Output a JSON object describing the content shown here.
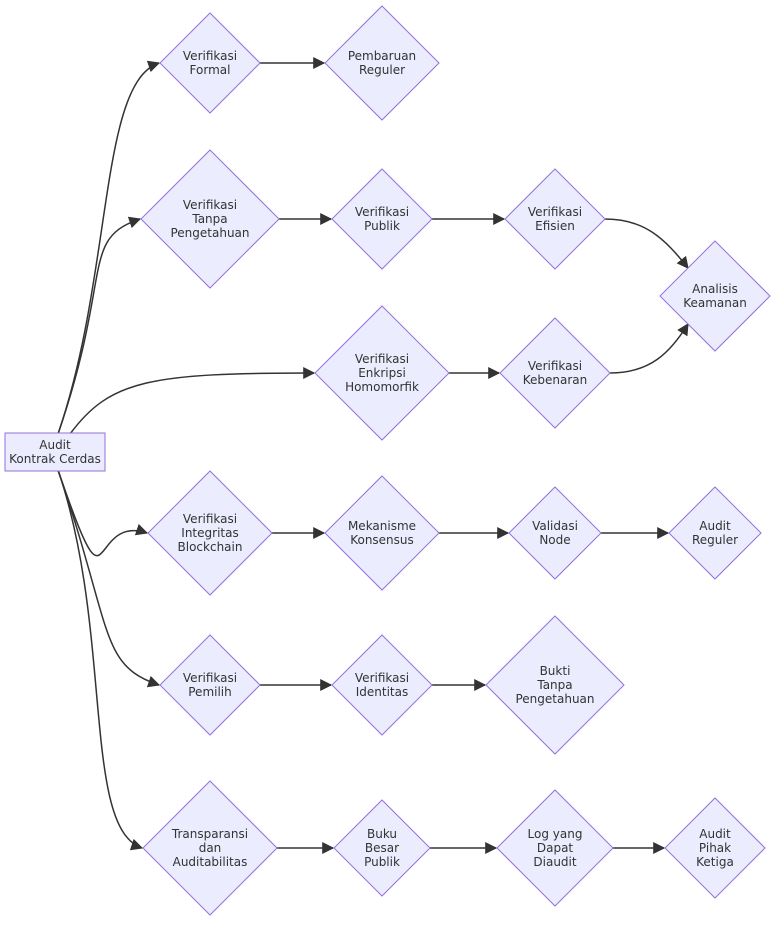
{
  "diagram": {
    "type": "flowchart",
    "nodes": [
      {
        "id": "audit",
        "shape": "rect",
        "lines": [
          "Audit",
          "Kontrak Cerdas"
        ]
      },
      {
        "id": "vf_formal",
        "shape": "diamond",
        "lines": [
          "Verifikasi",
          "Formal"
        ]
      },
      {
        "id": "pembaruan",
        "shape": "diamond",
        "lines": [
          "Pembaruan",
          "Reguler"
        ]
      },
      {
        "id": "vf_tanpa",
        "shape": "diamond",
        "lines": [
          "Verifikasi",
          "Tanpa",
          "Pengetahuan"
        ]
      },
      {
        "id": "vf_publik",
        "shape": "diamond",
        "lines": [
          "Verifikasi",
          "Publik"
        ]
      },
      {
        "id": "vf_efisien",
        "shape": "diamond",
        "lines": [
          "Verifikasi",
          "Efisien"
        ]
      },
      {
        "id": "analisis",
        "shape": "diamond",
        "lines": [
          "Analisis",
          "Keamanan"
        ]
      },
      {
        "id": "vf_enkripsi",
        "shape": "diamond",
        "lines": [
          "Verifikasi",
          "Enkripsi",
          "Homomorfik"
        ]
      },
      {
        "id": "vf_kebenaran",
        "shape": "diamond",
        "lines": [
          "Verifikasi",
          "Kebenaran"
        ]
      },
      {
        "id": "vf_integritas",
        "shape": "diamond",
        "lines": [
          "Verifikasi",
          "Integritas",
          "Blockchain"
        ]
      },
      {
        "id": "mekanisme",
        "shape": "diamond",
        "lines": [
          "Mekanisme",
          "Konsensus"
        ]
      },
      {
        "id": "validasi",
        "shape": "diamond",
        "lines": [
          "Validasi",
          "Node"
        ]
      },
      {
        "id": "audit_reguler",
        "shape": "diamond",
        "lines": [
          "Audit",
          "Reguler"
        ]
      },
      {
        "id": "vf_pemilih",
        "shape": "diamond",
        "lines": [
          "Verifikasi",
          "Pemilih"
        ]
      },
      {
        "id": "vf_identitas",
        "shape": "diamond",
        "lines": [
          "Verifikasi",
          "Identitas"
        ]
      },
      {
        "id": "bukti",
        "shape": "diamond",
        "lines": [
          "Bukti",
          "Tanpa",
          "Pengetahuan"
        ]
      },
      {
        "id": "transparansi",
        "shape": "diamond",
        "lines": [
          "Transparansi",
          "dan",
          "Auditabilitas"
        ]
      },
      {
        "id": "buku",
        "shape": "diamond",
        "lines": [
          "Buku",
          "Besar",
          "Publik"
        ]
      },
      {
        "id": "log",
        "shape": "diamond",
        "lines": [
          "Log yang",
          "Dapat",
          "Diaudit"
        ]
      },
      {
        "id": "audit_pihak",
        "shape": "diamond",
        "lines": [
          "Audit",
          "Pihak",
          "Ketiga"
        ]
      }
    ],
    "edges": [
      {
        "from": "audit",
        "to": "vf_formal"
      },
      {
        "from": "vf_formal",
        "to": "pembaruan"
      },
      {
        "from": "audit",
        "to": "vf_tanpa"
      },
      {
        "from": "vf_tanpa",
        "to": "vf_publik"
      },
      {
        "from": "vf_publik",
        "to": "vf_efisien"
      },
      {
        "from": "vf_efisien",
        "to": "analisis"
      },
      {
        "from": "audit",
        "to": "vf_enkripsi"
      },
      {
        "from": "vf_enkripsi",
        "to": "vf_kebenaran"
      },
      {
        "from": "vf_kebenaran",
        "to": "analisis"
      },
      {
        "from": "audit",
        "to": "vf_integritas"
      },
      {
        "from": "vf_integritas",
        "to": "mekanisme"
      },
      {
        "from": "mekanisme",
        "to": "validasi"
      },
      {
        "from": "validasi",
        "to": "audit_reguler"
      },
      {
        "from": "audit",
        "to": "vf_pemilih"
      },
      {
        "from": "vf_pemilih",
        "to": "vf_identitas"
      },
      {
        "from": "vf_identitas",
        "to": "bukti"
      },
      {
        "from": "audit",
        "to": "transparansi"
      },
      {
        "from": "transparansi",
        "to": "buku"
      },
      {
        "from": "buku",
        "to": "log"
      },
      {
        "from": "log",
        "to": "audit_pihak"
      }
    ]
  }
}
